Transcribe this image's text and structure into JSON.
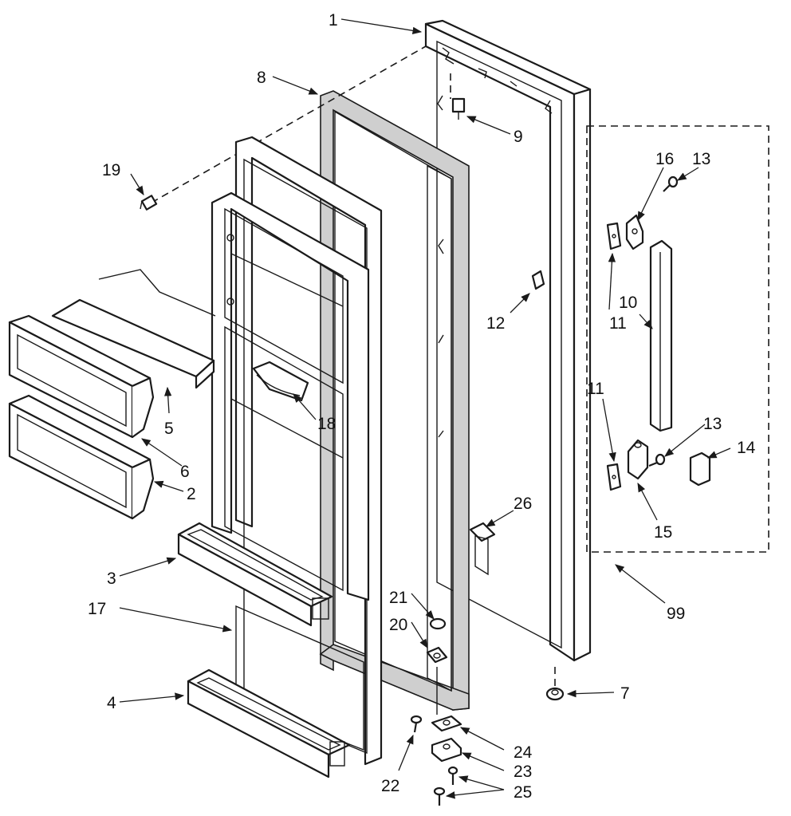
{
  "diagram": {
    "callouts": [
      {
        "id": "1",
        "label": "1"
      },
      {
        "id": "8",
        "label": "8"
      },
      {
        "id": "9",
        "label": "9"
      },
      {
        "id": "19",
        "label": "19"
      },
      {
        "id": "16",
        "label": "16"
      },
      {
        "id": "13a",
        "label": "13"
      },
      {
        "id": "12",
        "label": "12"
      },
      {
        "id": "11a",
        "label": "11"
      },
      {
        "id": "10",
        "label": "10"
      },
      {
        "id": "5",
        "label": "5"
      },
      {
        "id": "6",
        "label": "6"
      },
      {
        "id": "18",
        "label": "18"
      },
      {
        "id": "2",
        "label": "2"
      },
      {
        "id": "11b",
        "label": "11"
      },
      {
        "id": "13b",
        "label": "13"
      },
      {
        "id": "14",
        "label": "14"
      },
      {
        "id": "15",
        "label": "15"
      },
      {
        "id": "26",
        "label": "26"
      },
      {
        "id": "3",
        "label": "3"
      },
      {
        "id": "17",
        "label": "17"
      },
      {
        "id": "21",
        "label": "21"
      },
      {
        "id": "20",
        "label": "20"
      },
      {
        "id": "99",
        "label": "99"
      },
      {
        "id": "7",
        "label": "7"
      },
      {
        "id": "4",
        "label": "4"
      },
      {
        "id": "24",
        "label": "24"
      },
      {
        "id": "22",
        "label": "22"
      },
      {
        "id": "23",
        "label": "23"
      },
      {
        "id": "25",
        "label": "25"
      }
    ]
  }
}
